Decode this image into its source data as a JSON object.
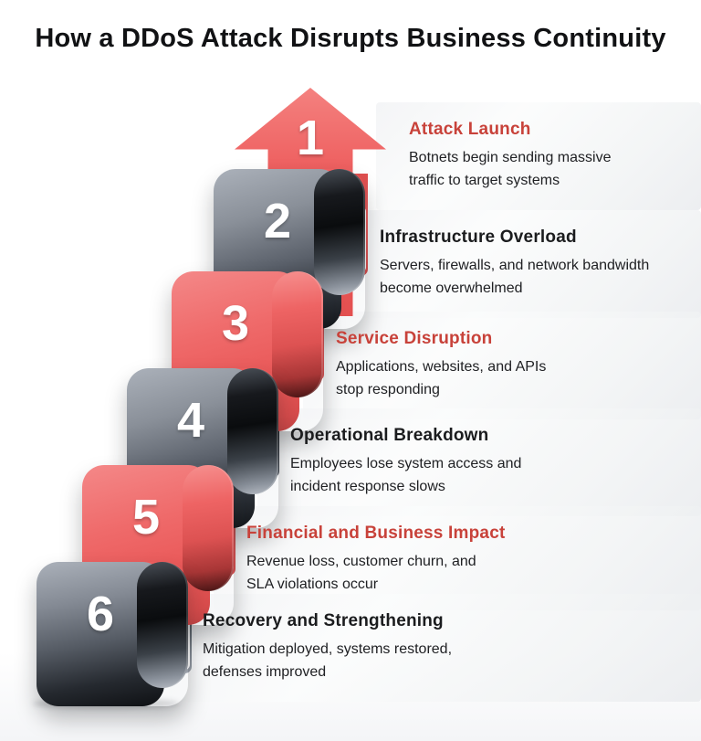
{
  "title": "How a DDoS Attack Disrupts Business Continuity",
  "colors": {
    "red_ribbon": "#ed5f5f",
    "red_title": "#c8423a",
    "gray_ribbon": "#8b919b",
    "dark_ribbon": "#17191d",
    "text": "#202124"
  },
  "steps": [
    {
      "number": "1",
      "title": "Attack Launch",
      "title_color": "red",
      "description": "Botnets begin sending massive\ntraffic to target systems",
      "theme": "red-arrow"
    },
    {
      "number": "2",
      "title": "Infrastructure Overload",
      "title_color": "dark",
      "description": "Servers, firewalls, and network bandwidth\nbecome overwhelmed",
      "theme": "gray"
    },
    {
      "number": "3",
      "title": "Service Disruption",
      "title_color": "red",
      "description": "Applications, websites, and APIs\nstop responding",
      "theme": "red"
    },
    {
      "number": "4",
      "title": "Operational Breakdown",
      "title_color": "dark",
      "description": "Employees lose system access and\nincident response slows",
      "theme": "gray"
    },
    {
      "number": "5",
      "title": "Financial and Business Impact",
      "title_color": "red",
      "description": "Revenue loss, customer churn, and\nSLA violations occur",
      "theme": "red"
    },
    {
      "number": "6",
      "title": "Recovery and Strengthening",
      "title_color": "dark",
      "description": "Mitigation deployed, systems restored,\ndefenses improved",
      "theme": "gray"
    }
  ]
}
